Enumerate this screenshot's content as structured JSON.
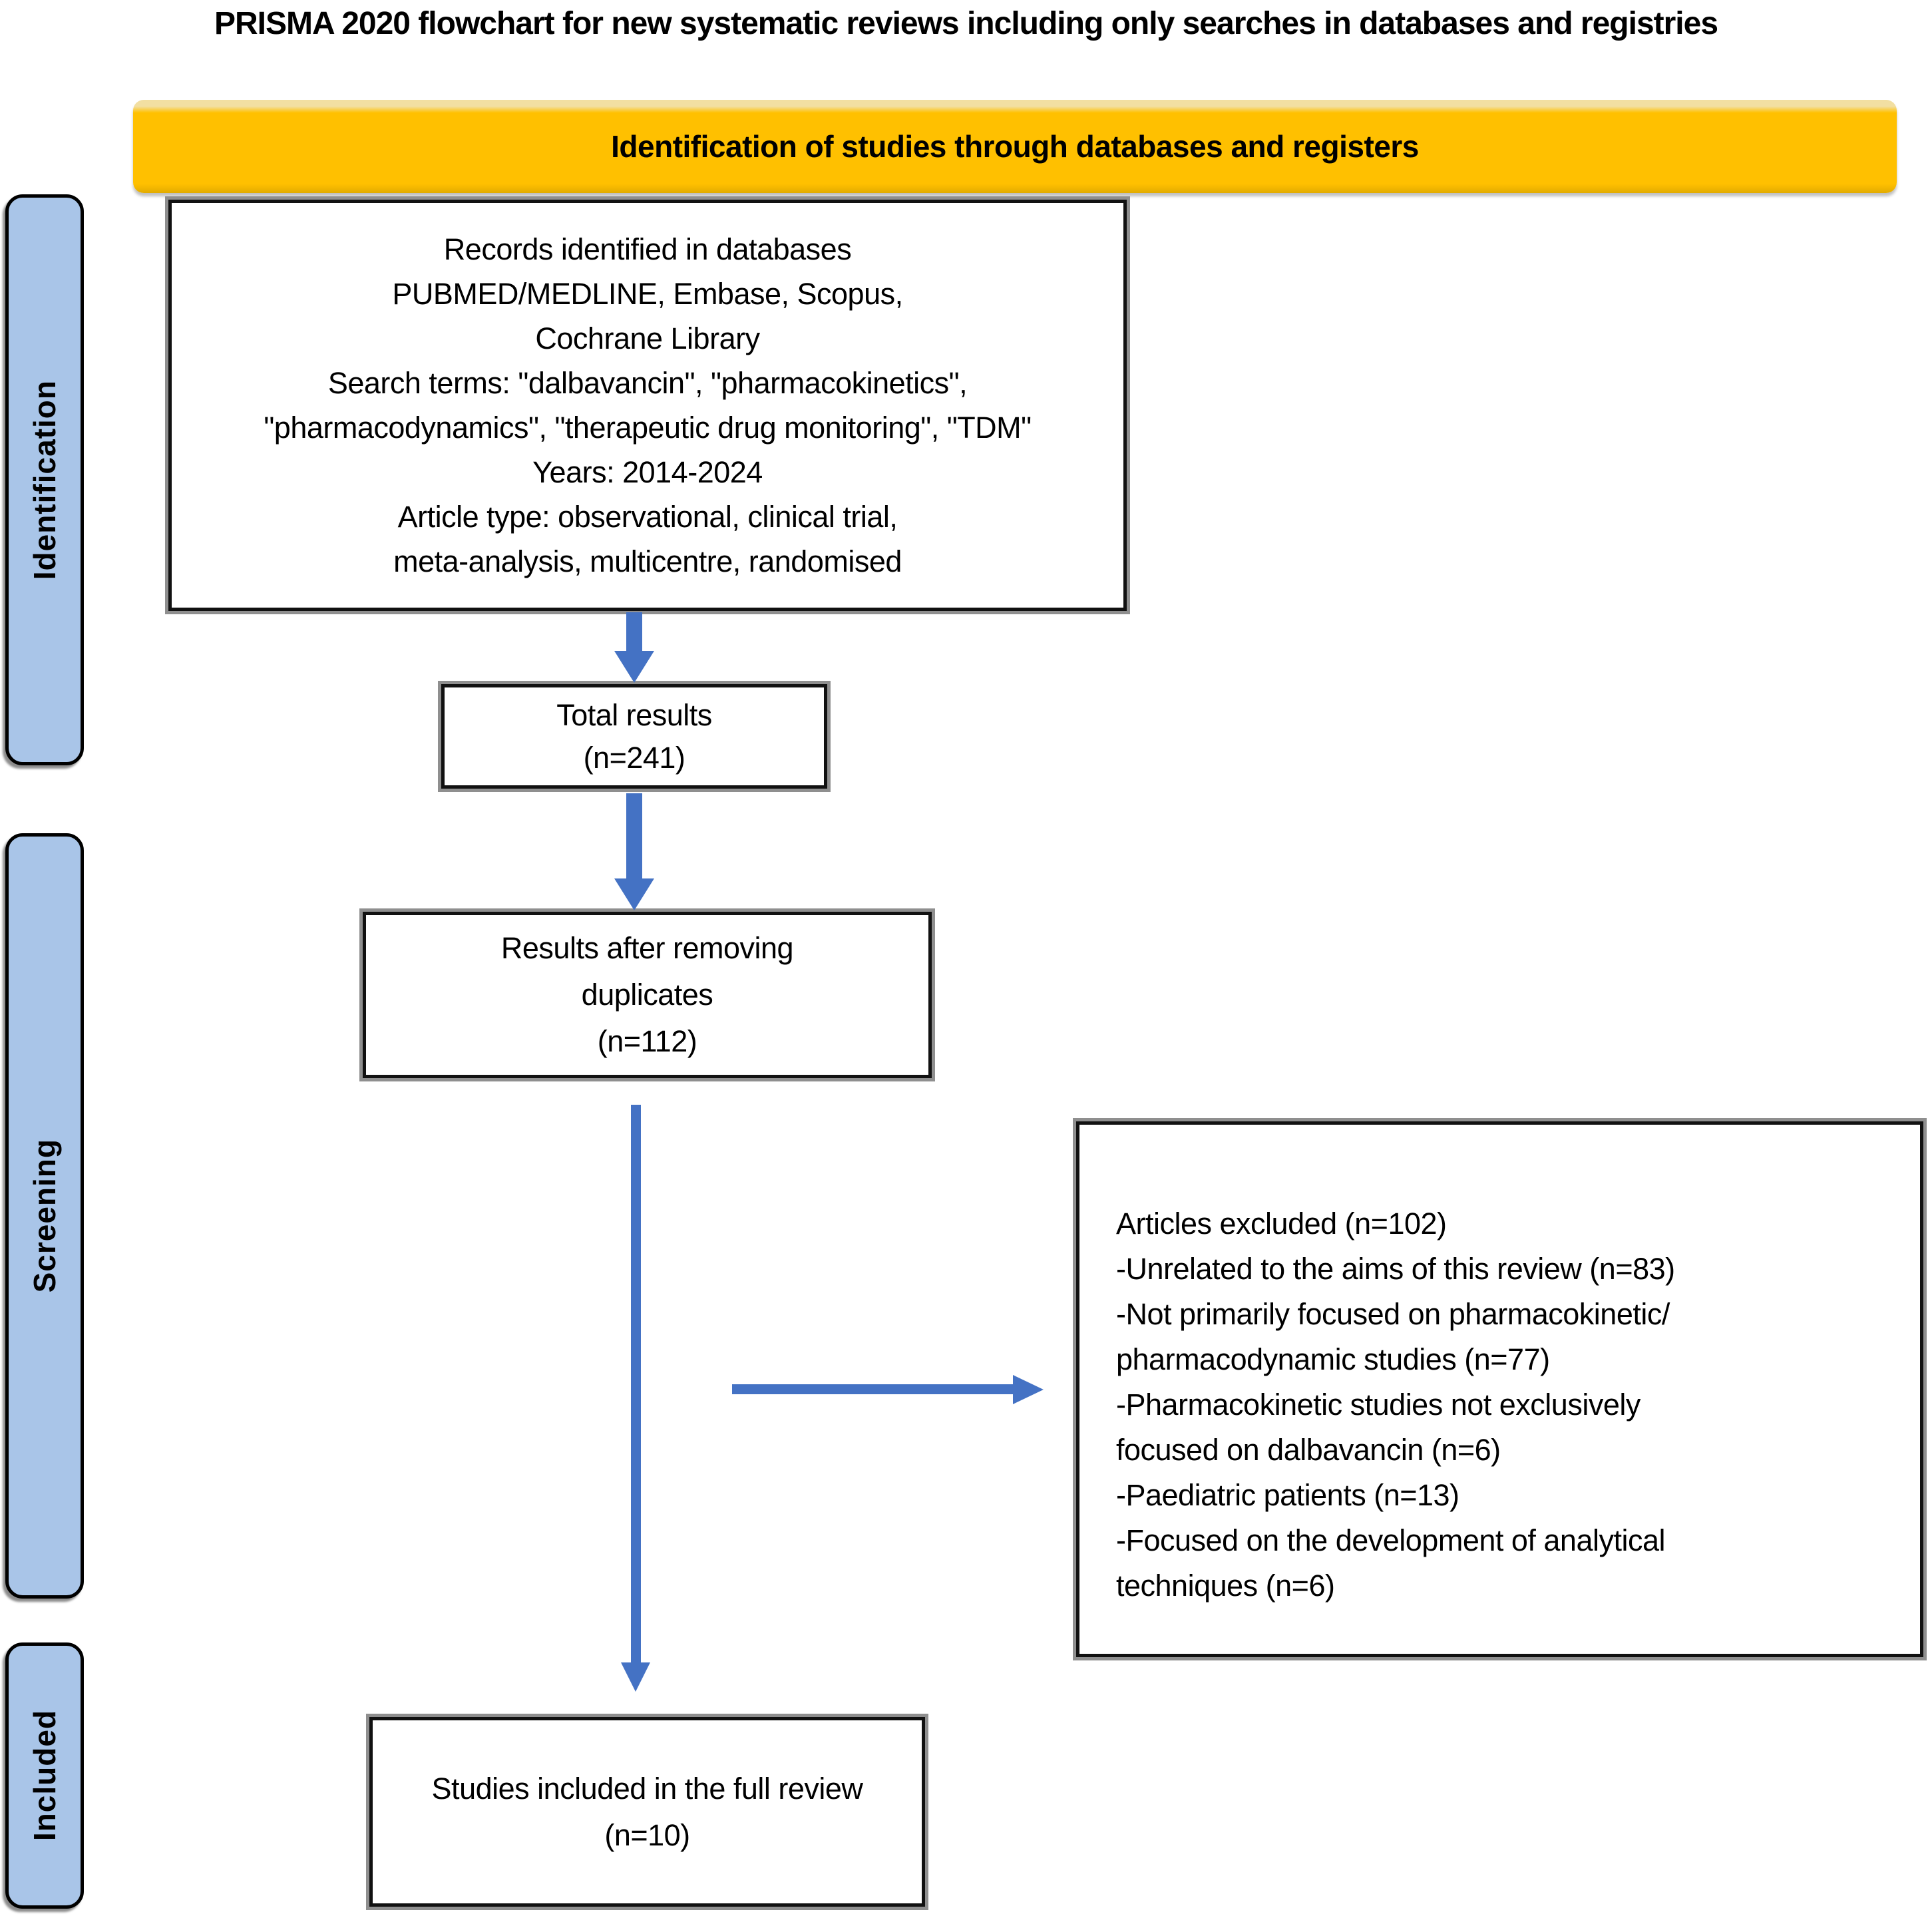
{
  "title": "PRISMA 2020 flowchart for new systematic reviews including only searches in databases and registries",
  "banner": {
    "label": "Identification of studies through databases and registers"
  },
  "stages": [
    {
      "label": "Identification"
    },
    {
      "label": "Screening"
    },
    {
      "label": "Included"
    }
  ],
  "boxes": {
    "records": {
      "lines": [
        "Records identified in databases",
        "PUBMED/MEDLINE, Embase, Scopus,",
        "Cochrane Library",
        "Search terms: \"dalbavancin\", \"pharmacokinetics\",",
        "\"pharmacodynamics\", \"therapeutic drug monitoring\", \"TDM\"",
        "Years: 2014-2024",
        "Article type: observational, clinical trial,",
        "meta-analysis, multicentre, randomised"
      ]
    },
    "total": {
      "lines": [
        "Total results",
        "(n=241)"
      ]
    },
    "duplicates": {
      "lines": [
        "Results after removing",
        "duplicates",
        "(n=112)"
      ]
    },
    "excluded": {
      "lines": [
        "Articles excluded (n=102)",
        "-Unrelated to the aims of this review (n=83)",
        "-Not primarily focused on pharmacokinetic/",
        "pharmacodynamic studies (n=77)",
        "-Pharmacokinetic studies not exclusively",
        "focused on dalbavancin (n=6)",
        "-Paediatric patients (n=13)",
        "-Focused on the development of analytical",
        "techniques (n=6)"
      ]
    },
    "included": {
      "lines": [
        "Studies included in the full review",
        "(n=10)"
      ]
    }
  },
  "colors": {
    "banner_gold": "#FFC000",
    "stage_fill": "#A9C5E8",
    "arrow_blue": "#4472C4",
    "box_border": "#111111",
    "box_shadow_gray": "#8F8F8F"
  }
}
